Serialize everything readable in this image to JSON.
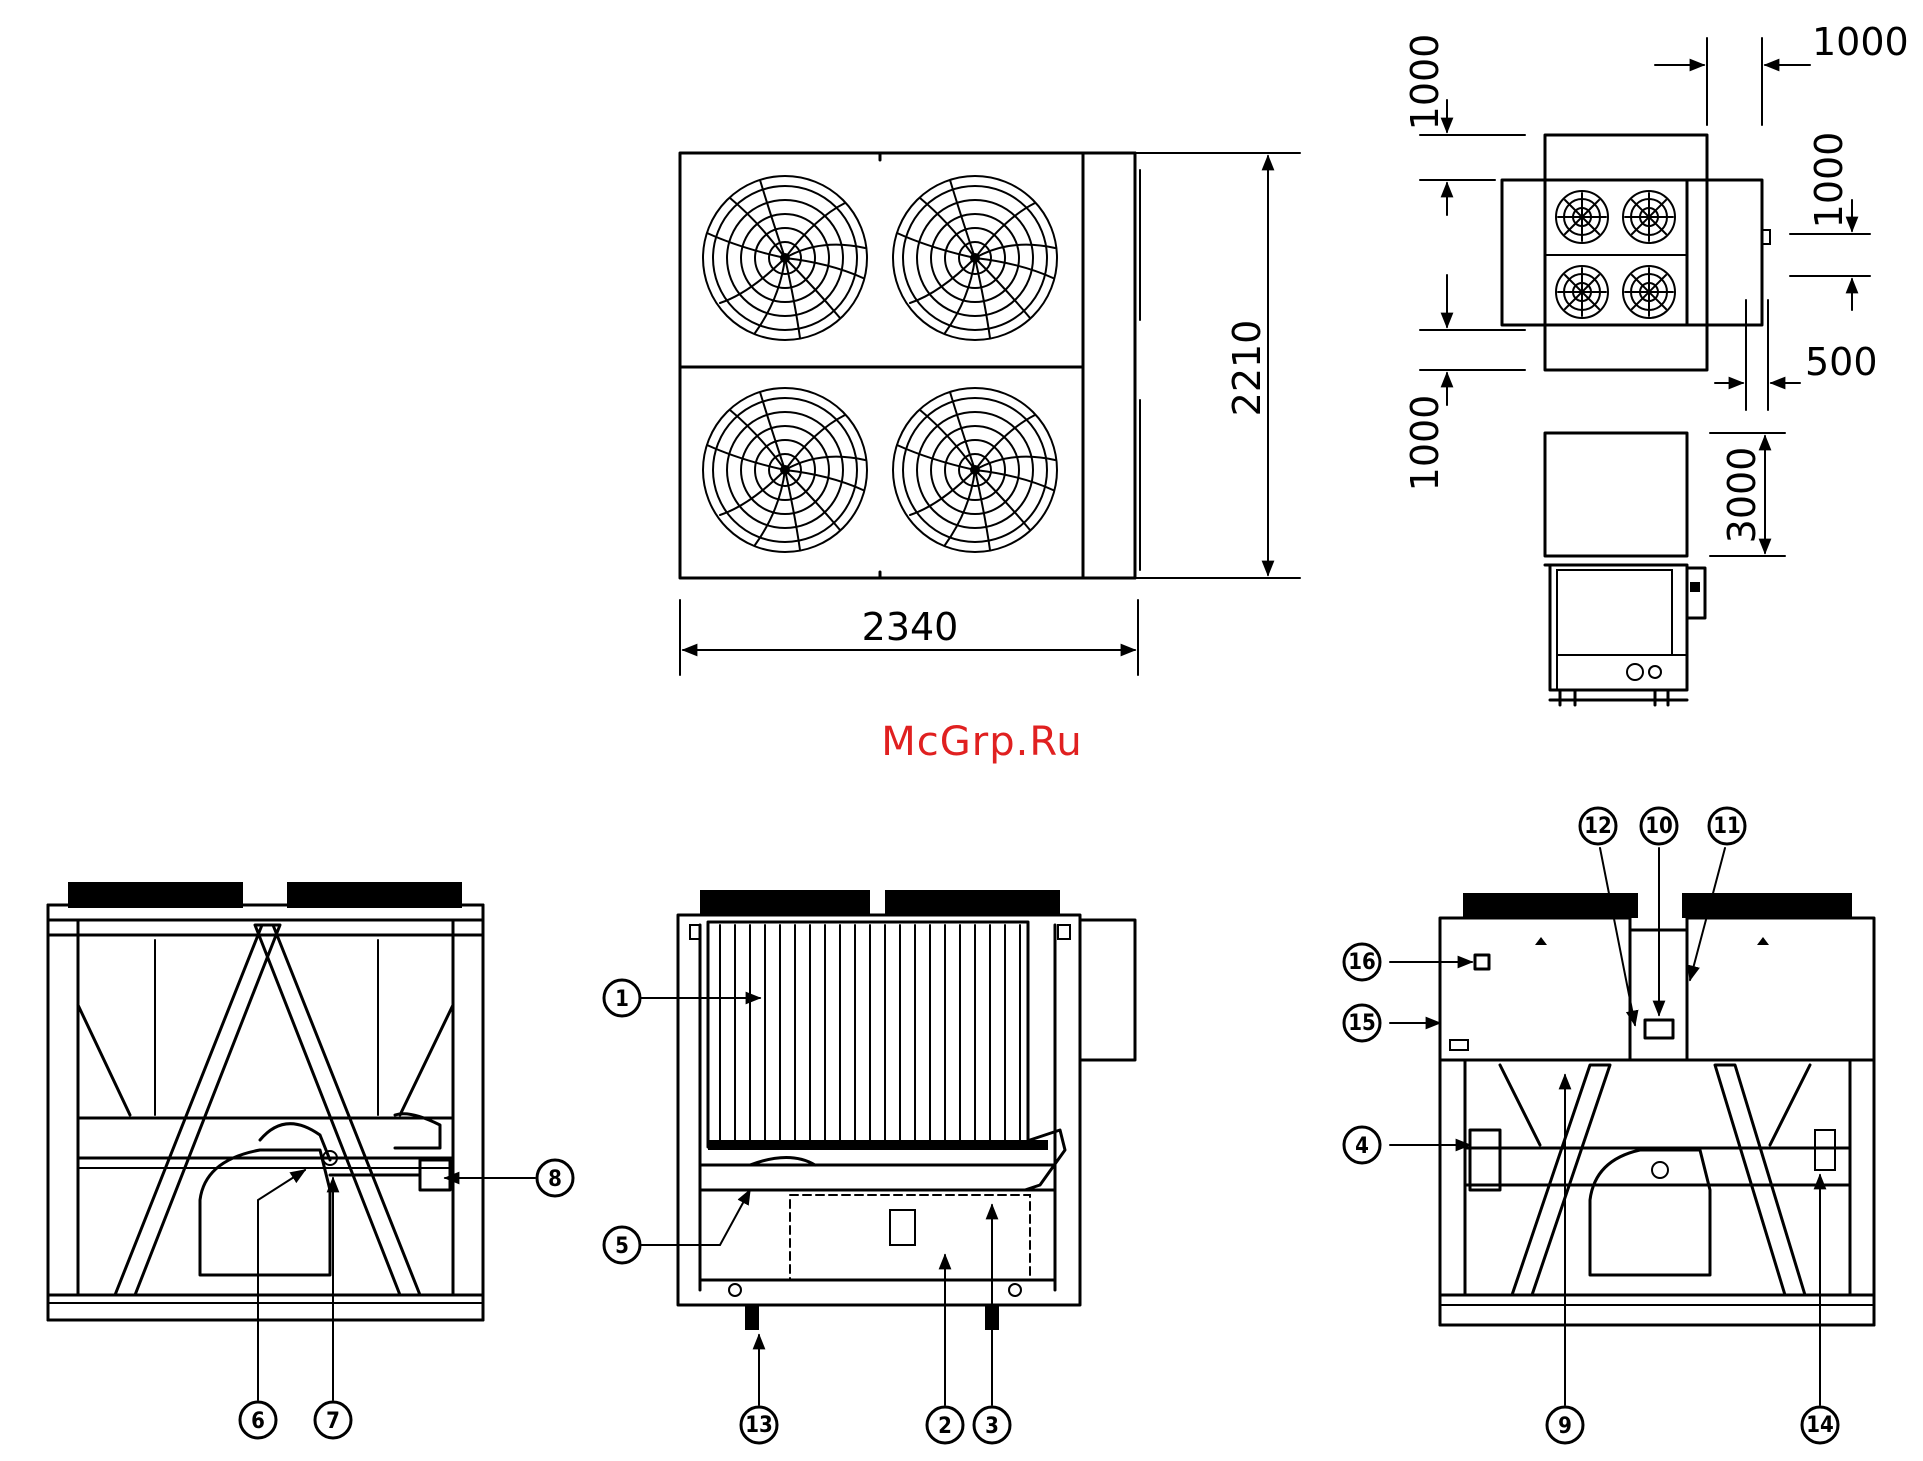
{
  "watermark": "McGrp.Ru",
  "dimensions": {
    "top_width": "2340",
    "top_height": "2210",
    "clear_top_right": "1000",
    "clear_left_top": "1000",
    "clear_right_mid": "1000",
    "clear_left_bottom": "1000",
    "clear_right_bottom": "500",
    "clear_above": "3000"
  },
  "callouts": [
    "1",
    "2",
    "3",
    "4",
    "5",
    "6",
    "7",
    "8",
    "9",
    "10",
    "11",
    "12",
    "13",
    "14",
    "15",
    "16"
  ],
  "colors": {
    "line": "#000000",
    "watermark": "#e02020",
    "background": "#ffffff"
  }
}
